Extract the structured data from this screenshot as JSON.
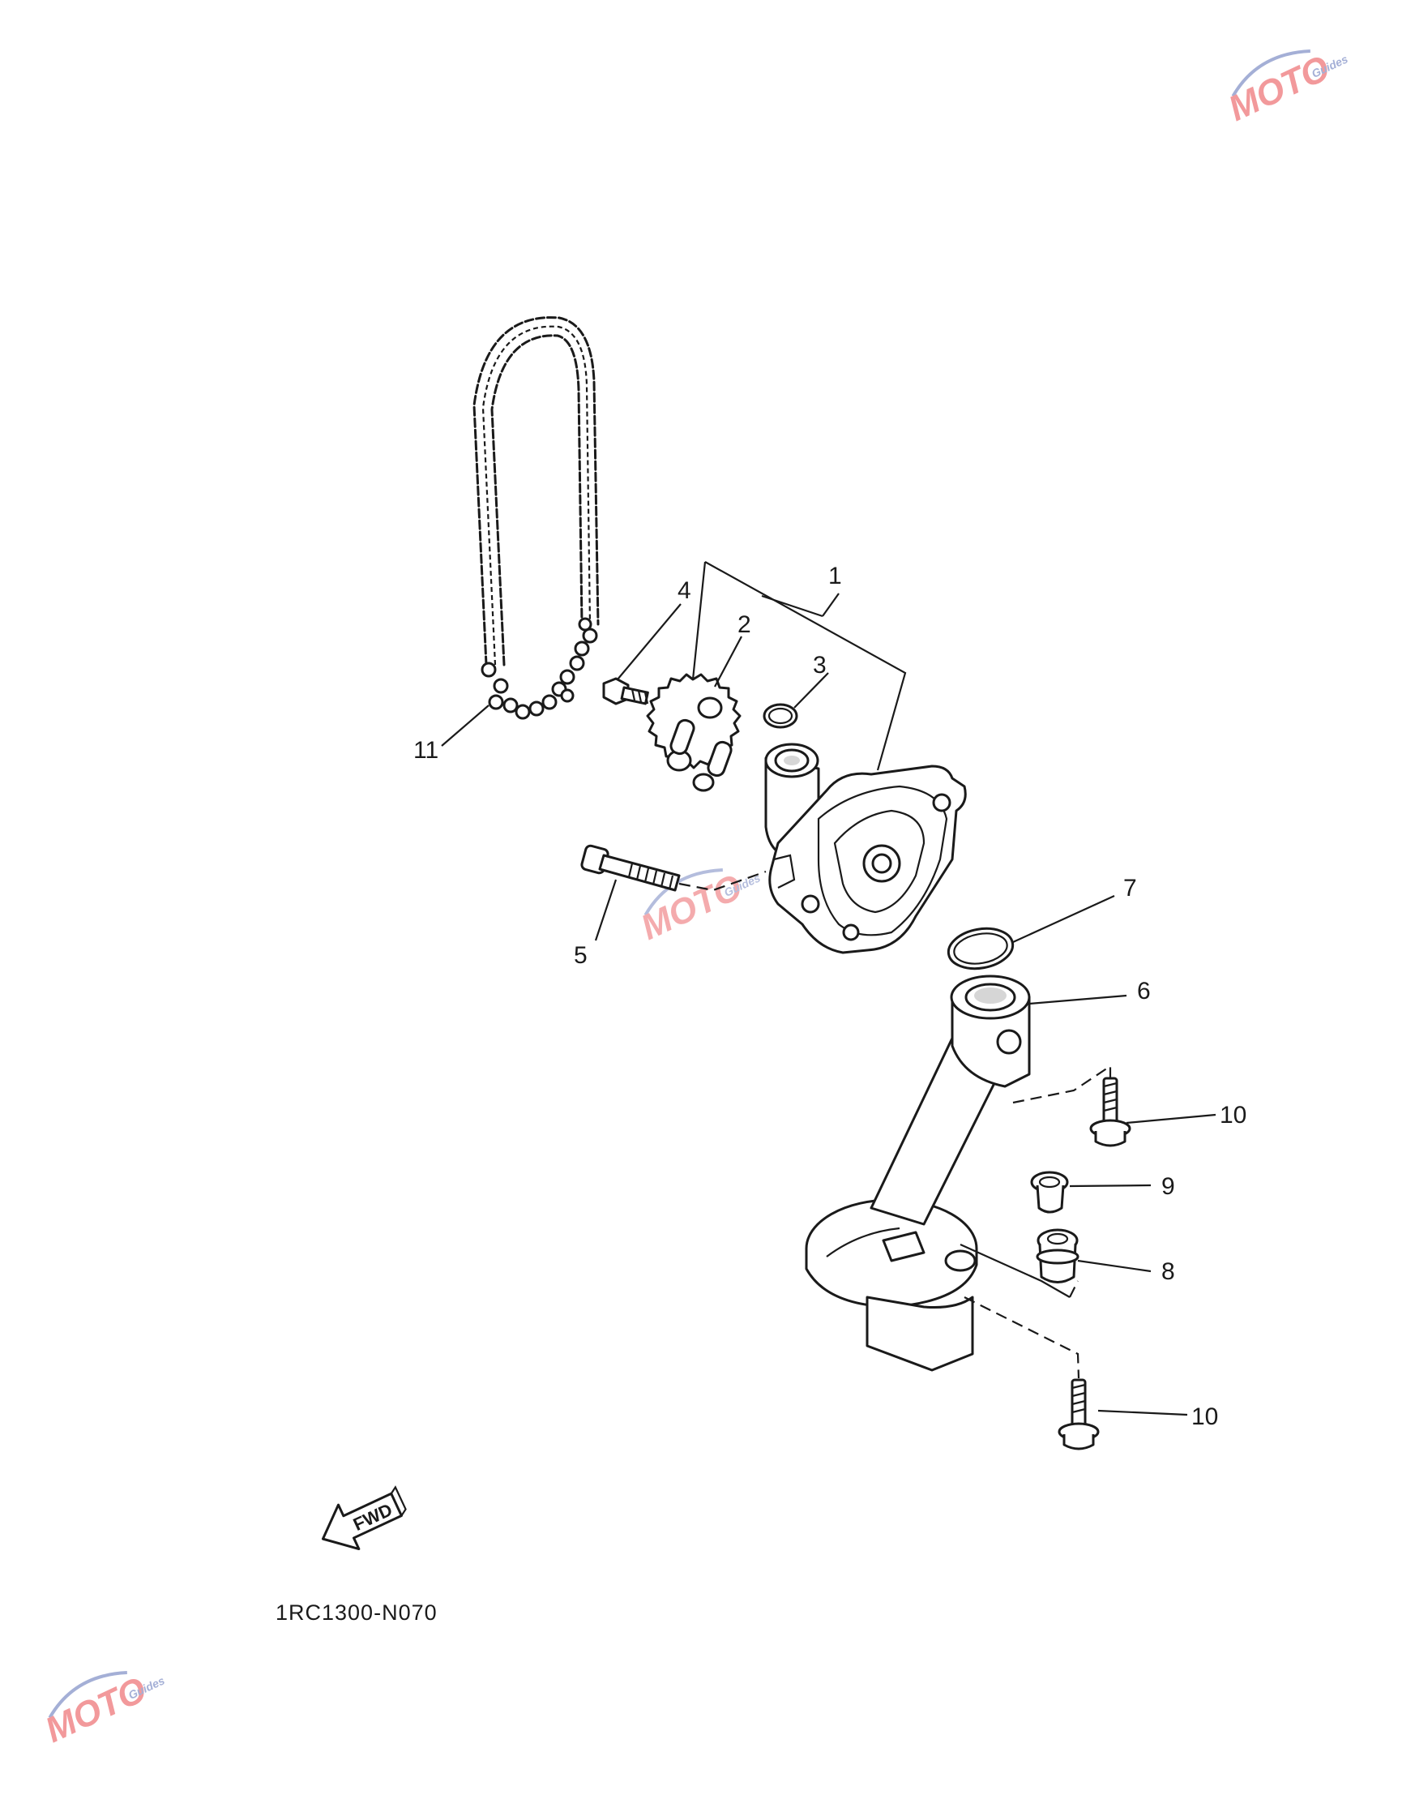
{
  "diagram": {
    "drawing_code": "1RC1300-N070",
    "fwd_label": "FWD",
    "callouts": [
      {
        "id": "c1",
        "label": "1"
      },
      {
        "id": "c2",
        "label": "2"
      },
      {
        "id": "c3",
        "label": "3"
      },
      {
        "id": "c4",
        "label": "4"
      },
      {
        "id": "c5",
        "label": "5"
      },
      {
        "id": "c6",
        "label": "6"
      },
      {
        "id": "c7",
        "label": "7"
      },
      {
        "id": "c8",
        "label": "8"
      },
      {
        "id": "c9",
        "label": "9"
      },
      {
        "id": "c10a",
        "label": "10"
      },
      {
        "id": "c10b",
        "label": "10"
      },
      {
        "id": "c11",
        "label": "11"
      }
    ]
  },
  "watermark": {
    "logo_text": "MOTO",
    "logo_subtext": "Guides",
    "accent_color": "#e8464b",
    "secondary_color": "#5b6fb5"
  }
}
